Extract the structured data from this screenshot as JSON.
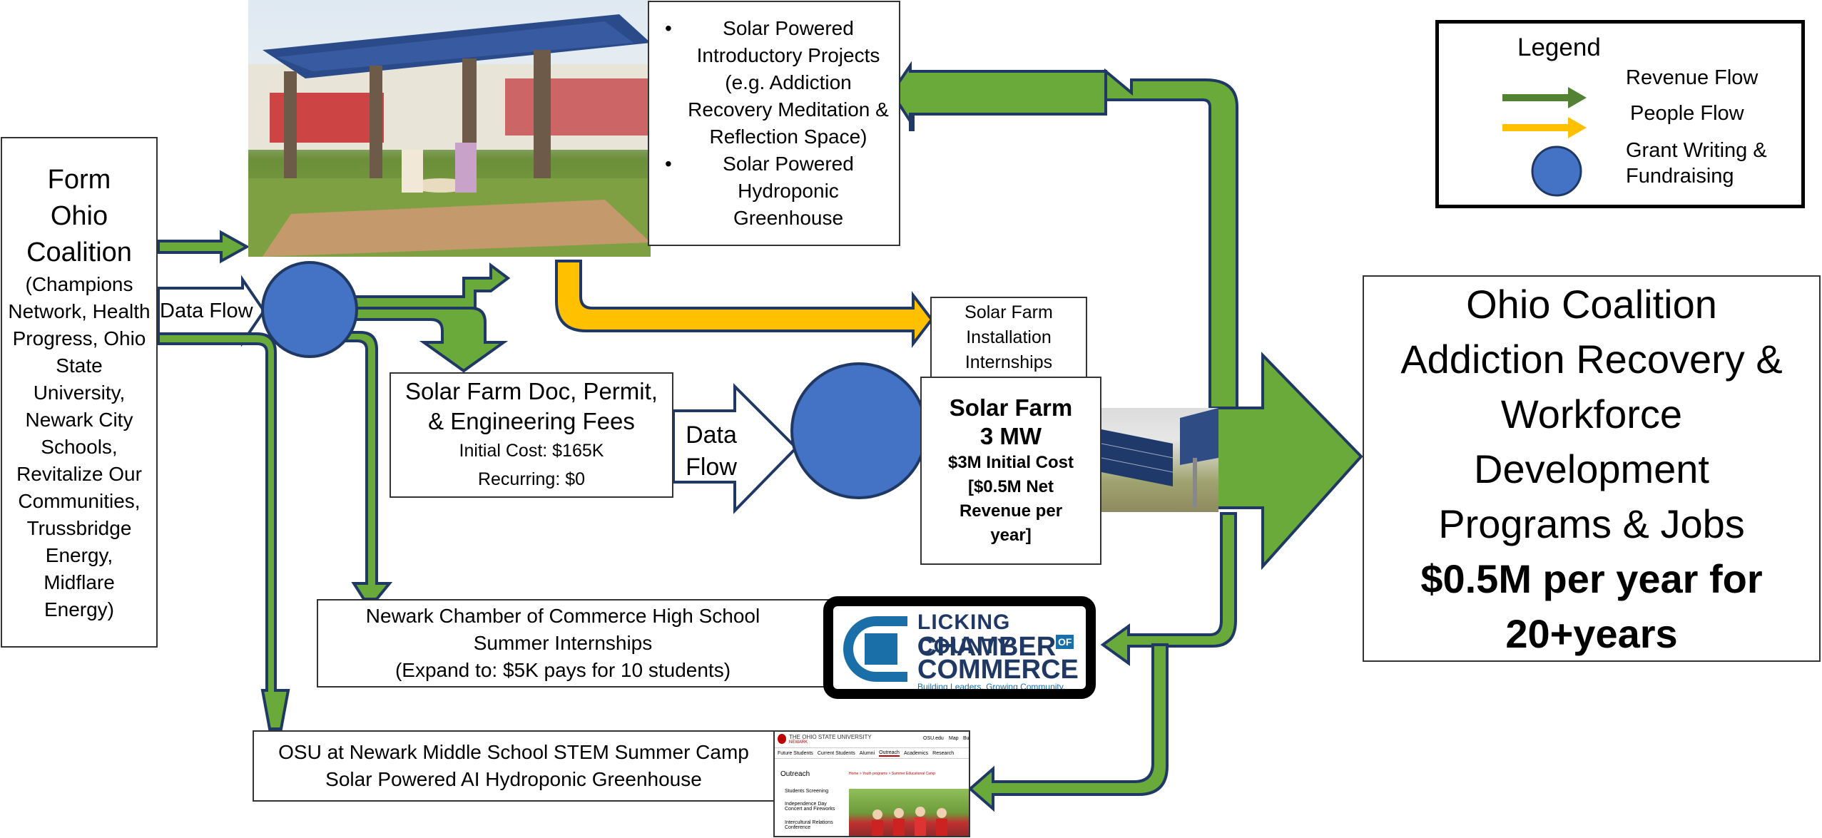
{
  "coalition_box": {
    "title": "Form Ohio Coalition",
    "members": "(Champions Network, Health Progress, Ohio State University, Newark City Schools, Revitalize Our Communities, Trussbridge Energy, Midflare Energy)"
  },
  "data_flow_label_1": "Data Flow",
  "data_flow_label_2": "Data Flow",
  "intro_projects": {
    "item1": "Solar Powered Introductory Projects (e.g. Addiction Recovery Meditation & Reflection Space)",
    "item2": "Solar Powered Hydroponic Greenhouse"
  },
  "fees_box": {
    "title": "Solar Farm Doc, Permit, & Engineering Fees",
    "initial": "Initial Cost: $165K",
    "recurring": "Recurring: $0"
  },
  "internships_box": {
    "text": "Solar Farm Installation Internships"
  },
  "solar_farm_box": {
    "title": "Solar Farm",
    "size": "3 MW",
    "cost": "$3M Initial Cost",
    "revenue": "[$0.5M Net Revenue per year]"
  },
  "chamber_box": {
    "line1": "Newark Chamber of Commerce High School",
    "line2": "Summer Internships",
    "line3": "(Expand to: $5K pays for 10 students)"
  },
  "chamber_logo": {
    "line1": "LICKING COUNTY",
    "line2": "CHAMBER",
    "of": "OF",
    "line3": "COMMERCE",
    "tagline": "Building Leaders. Growing Community."
  },
  "osu_box": {
    "line1": "OSU at Newark Middle School STEM Summer Camp",
    "line2": "Solar Powered AI Hydroponic Greenhouse"
  },
  "osu_screenshot": {
    "header": "THE OHIO STATE UNIVERSITY",
    "sub": "NEWARK",
    "nav": [
      "Future Students",
      "Current Students",
      "Alumni",
      "Outreach",
      "Academics",
      "Research"
    ],
    "top_links": [
      "OSU.edu",
      "Map",
      "Bu"
    ],
    "section": "Outreach",
    "breadcrumb": "Home > Youth programs > Summer Educational Camp",
    "sidebar": [
      "Students Screening",
      "Independence Day Concert and Fireworks",
      "Intercultural Relations Conference"
    ]
  },
  "outcome_box": {
    "line1": "Ohio Coalition",
    "line2": "Addiction Recovery &",
    "line3": "Workforce",
    "line4": "Development",
    "line5": "Programs & Jobs",
    "line6": "$0.5M per year for",
    "line7": "20+years"
  },
  "legend": {
    "title": "Legend",
    "revenue": "Revenue Flow",
    "people": "People Flow",
    "grant": "Grant Writing & Fundraising"
  },
  "colors": {
    "revenue_green": "#6aaa3a",
    "arrow_outline": "#1f3864",
    "people_yellow": "#ffc000",
    "grant_blue": "#4472c4"
  }
}
